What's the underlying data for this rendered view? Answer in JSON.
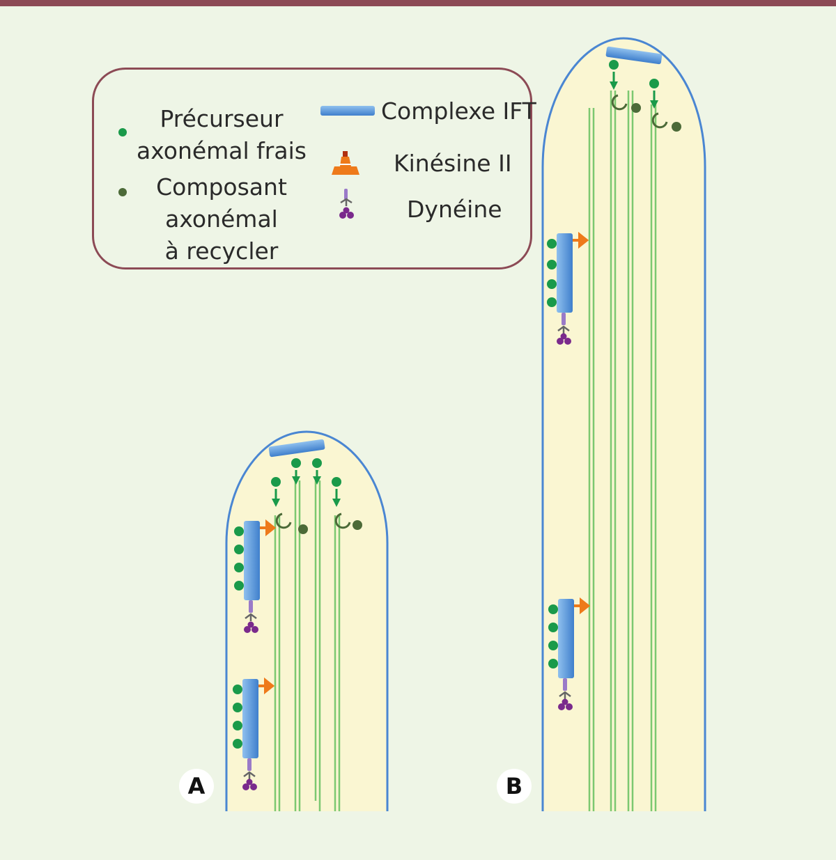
{
  "legend": {
    "fresh_precursor": "Précurseur\naxonémal frais",
    "recycle_component": "Composant\naxonémal\nà recycler",
    "ift_complex": "Complexe IFT",
    "kinesin": "Kinésine II",
    "dynein": "Dynéine"
  },
  "panels": [
    {
      "label": "A"
    },
    {
      "label": "B"
    }
  ],
  "colors": {
    "frame": "#8c4a55",
    "background": "#eef5e6",
    "flagellum_fill": "#faf6d2",
    "membrane": "#4a86d2",
    "microtubule": "#7cc870",
    "fresh_precursor": "#1a9a4a",
    "recycle_component": "#4c6a38",
    "ift_complex": "#4f8fd6",
    "kinesin": "#ee7a1a",
    "dynein": "#7a2a8c"
  }
}
